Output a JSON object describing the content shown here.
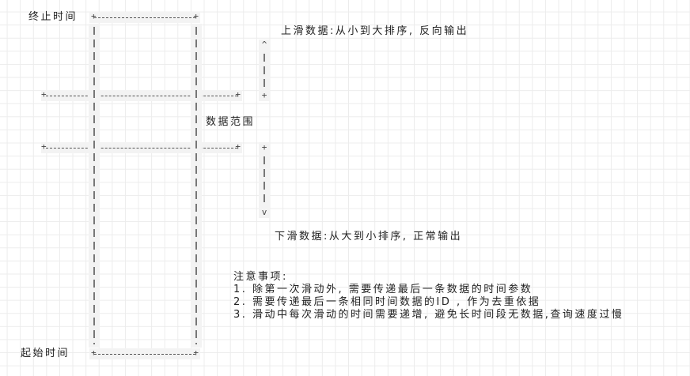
{
  "labels": {
    "end_time": "终止时间",
    "start_time": "起始时间",
    "data_range": "数据范围",
    "scroll_up": "上滑数据:从小到大排序, 反向输出",
    "scroll_down": "下滑数据:从大到小排序, 正常输出"
  },
  "glyphs": {
    "plus": "+",
    "up": "^",
    "down": "v"
  },
  "notes": {
    "title": "注意事项:",
    "items": [
      "1. 除第一次滑动外, 需要传递最后一条数据的时间参数",
      "2. 需要传递最后一条相同时间数据的ID , 作为去重依据",
      "3. 滑动中每次滑动的时间需要递增, 避免长时间段无数据,查询速度过慢"
    ]
  }
}
